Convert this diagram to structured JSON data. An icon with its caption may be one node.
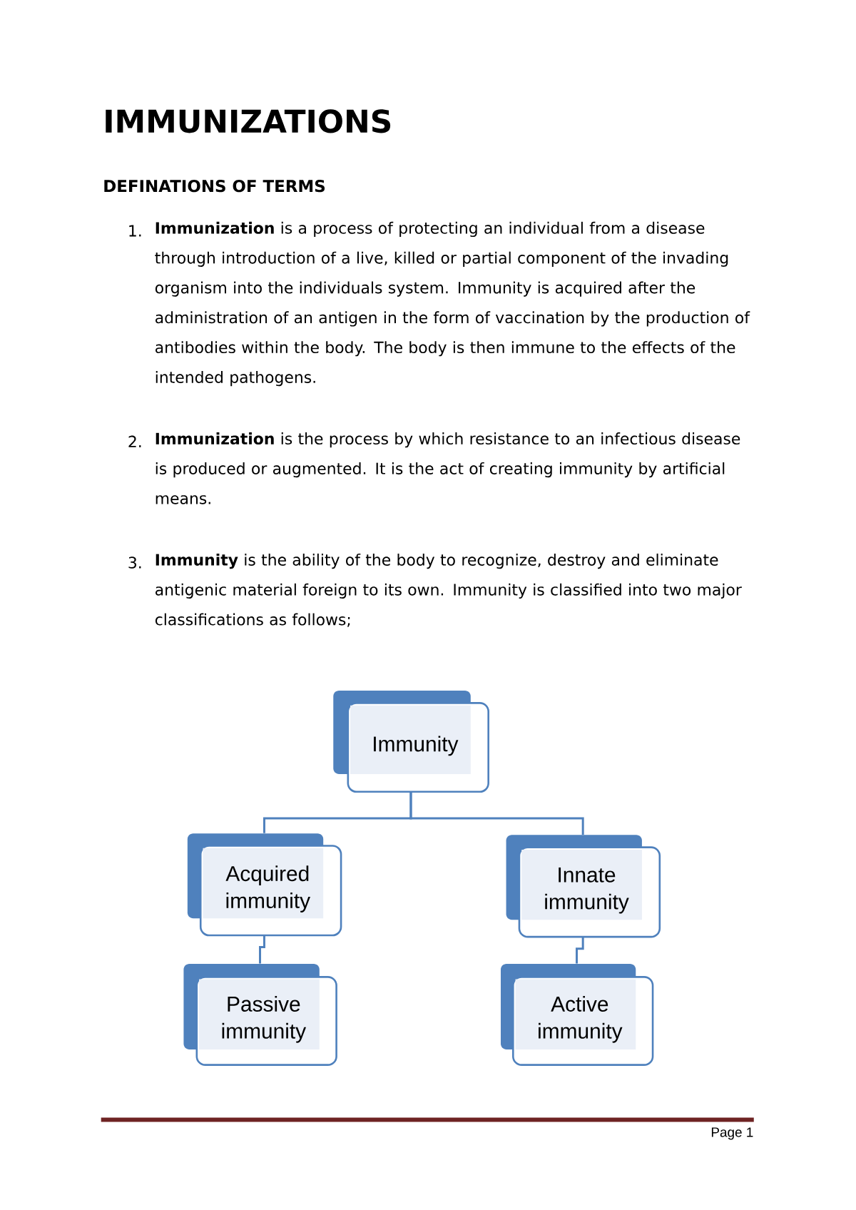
{
  "diagram": {
    "title": "IMMUNIZATIONS",
    "nodes": [
      {
        "text": [
          "Immunity"
        ]
      },
      {
        "text": [
          "Acquired immunity"
        ]
      },
      {
        "text": [
          "Innate immunity"
        ]
      },
      {
        "text": [
          "Passive immunity"
        ]
      },
      {
        "text": [
          "Active immunity"
        ]
      }
    ],
    "edges": [
      {
        "from": 0,
        "to": 1,
        "arrow": "none"
      },
      {
        "from": 0,
        "to": 2,
        "arrow": "none"
      },
      {
        "from": 1,
        "to": 3,
        "arrow": "none"
      },
      {
        "from": 2,
        "to": 4,
        "arrow": "none"
      }
    ],
    "labels": [
      "DEFINATIONS OF TERMS",
      "1.",
      "**Immunization** is a process of protecting an individual from a disease through introduction of a live, killed or partial component of the invading organism into the individuals system. Immunity is acquired after the administration of an antigen in the form of vaccination by the production of antibodies within the body. The body is then immune to the effects of the intended pathogens.",
      "2.",
      "**Immunization** is the process by which resistance to an infectious disease is produced or augmented. It is the act of creating immunity by artificial means.",
      "3.",
      "**Immunity** is the ability of the body to recognize, destroy and eliminate antigenic material foreign to its own. Immunity is classified into two major classifications as follows;",
      "Page 1"
    ]
  }
}
